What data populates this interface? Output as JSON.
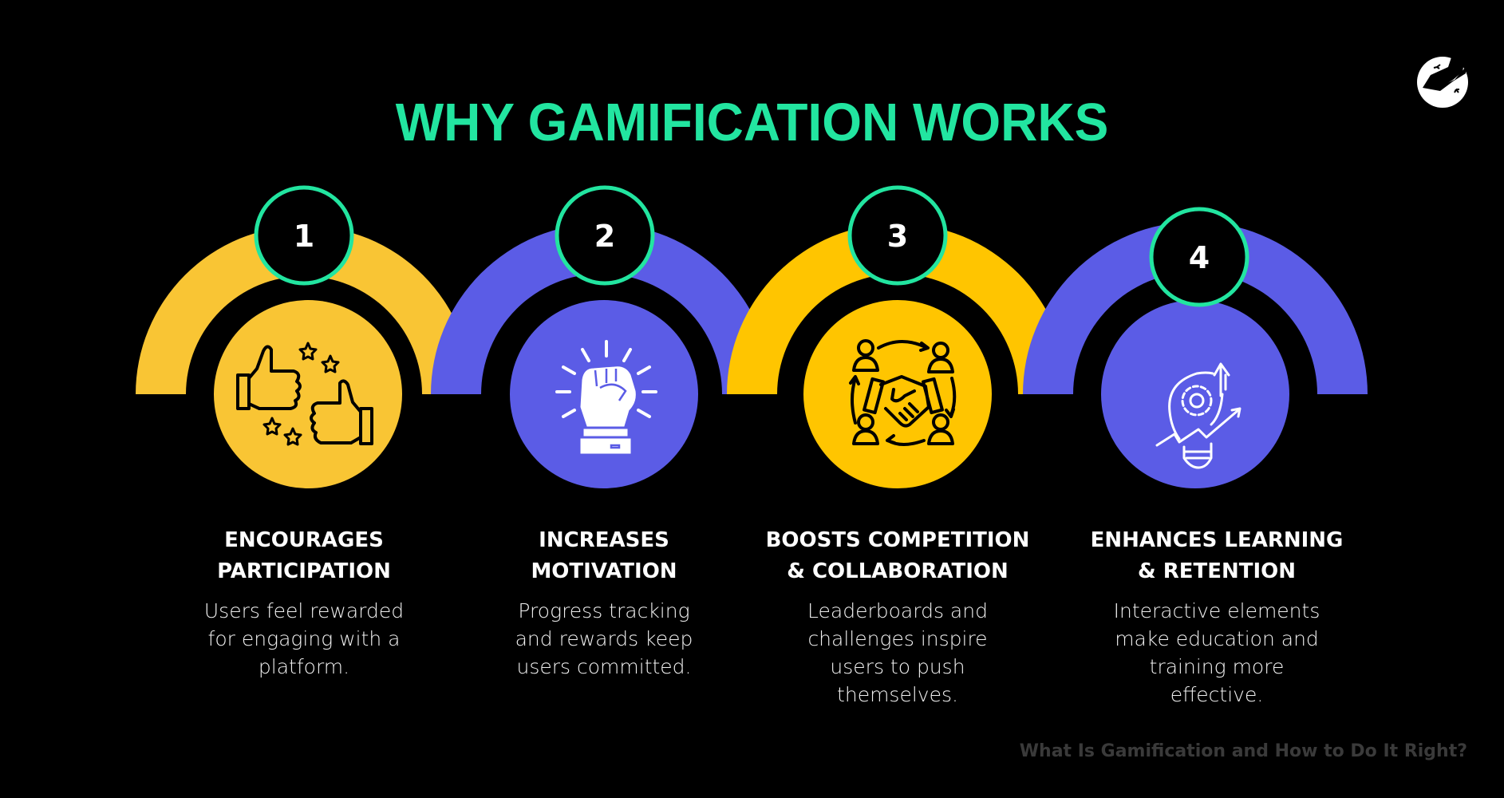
{
  "title": "WHY GAMIFICATION WORKS",
  "logo": {
    "icon": "lizard-badge-icon"
  },
  "colors": {
    "background": "#000000",
    "title": "#22E5A0",
    "number_ring": "#22E5A0",
    "yellow": "#F9C534",
    "yellow_alt": "#FFC500",
    "purple": "#5B5CE6",
    "footer": "#3A3A3A"
  },
  "steps": [
    {
      "number": "1",
      "heading": "ENCOURAGES\nPARTICIPATION",
      "description": "Users feel rewarded\nfor engaging with a\nplatform.",
      "icon": "thumbs-up-stars-icon",
      "color": "#F9C534"
    },
    {
      "number": "2",
      "heading": "INCREASES\nMOTIVATION",
      "description": "Progress tracking\nand rewards keep\nusers committed.",
      "icon": "raised-fist-icon",
      "color": "#5B5CE6"
    },
    {
      "number": "3",
      "heading": "BOOSTS COMPETITION\n& COLLABORATION",
      "description": "Leaderboards and\nchallenges inspire\nusers to push\nthemselves.",
      "icon": "handshake-team-icon",
      "color": "#FFC500"
    },
    {
      "number": "4",
      "heading": "ENHANCES LEARNING\n& RETENTION",
      "description": "Interactive elements\nmake education and\ntraining more\neffective.",
      "icon": "lightbulb-gear-growth-icon",
      "color": "#5B5CE6"
    }
  ],
  "footer": "What Is Gamification and How to Do It Right?"
}
